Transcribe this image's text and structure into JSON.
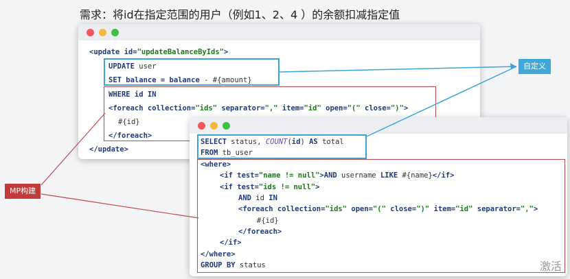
{
  "title": "需求：将id在指定范围的用户（例如1、2、4 ）的余额扣减指定值",
  "window1": {
    "l1_tag": "<update",
    "l1_attr": " id=",
    "l1_val": "\"updateBalanceByIds\"",
    "l1_end": ">",
    "l2_kw": "UPDATE",
    "l2_rest": " user",
    "l3_kw1": "SET",
    "l3_a": " balance = ",
    "l3_kw2": "balance",
    "l3_rest": " - #{amount}",
    "l4_kw1": "WHERE",
    "l4_a": " id ",
    "l4_kw2": "IN",
    "l5_tag": "<foreach",
    "l5_attr1": " collection=",
    "l5_val1": "\"ids\"",
    "l5_attr2": " separator=",
    "l5_val2": "\",\"",
    "l5_attr3": " item=",
    "l5_val3": "\"id\"",
    "l5_attr4": " open=",
    "l5_val4": "\"(\"",
    "l5_attr5": " close=",
    "l5_val5": "\")\"",
    "l5_end": ">",
    "l6": "#{id}",
    "l7_tag": "</foreach>",
    "l8_tag": "</update>"
  },
  "window2": {
    "l1_kw1": "SELECT",
    "l1_a": " status, ",
    "l1_fn": "COUNT",
    "l1_b": "(",
    "l1_kw2": "id",
    "l1_c": ") ",
    "l1_kw3": "AS",
    "l1_d": " total",
    "l2_kw": "FROM",
    "l2_rest": " tb_user",
    "l3_tag": "<where>",
    "l4_tag": "<if",
    "l4_attr": " test=",
    "l4_val": "\"name != null\"",
    "l4_end": ">",
    "l4_kw1": "AND",
    "l4_mid": " username ",
    "l4_kw2": "LIKE",
    "l4_rest": " #{name}",
    "l4_close": "</if>",
    "l5_tag": "<if",
    "l5_attr": " test=",
    "l5_val": "\"ids != null\"",
    "l5_end": ">",
    "l6_kw1": "AND",
    "l6_a": " id ",
    "l6_kw2": "IN",
    "l7_tag": "<foreach",
    "l7_attr1": " collection=",
    "l7_val1": "\"ids\"",
    "l7_attr2": " open=",
    "l7_val2": "\"(\"",
    "l7_attr3": " close=",
    "l7_val3": "\")\"",
    "l7_attr4": " item=",
    "l7_val4": "\"id\"",
    "l7_attr5": " separator=",
    "l7_val5": "\",\"",
    "l7_end": ">",
    "l8": "#{id}",
    "l9_tag": "</foreach>",
    "l10_tag": "</if>",
    "l11_tag": "</where>",
    "l12_kw1": "GROUP",
    "l12_a": " ",
    "l12_kw2": "BY",
    "l12_rest": " status"
  },
  "labels": {
    "custom": "自定义",
    "mp": "MP构建"
  },
  "watermark": "激活",
  "colors": {
    "blue_box": "#3aa4d8",
    "red_box": "#c0494c",
    "label_blue": "#3fa8d8",
    "label_red": "#c23b3b"
  }
}
